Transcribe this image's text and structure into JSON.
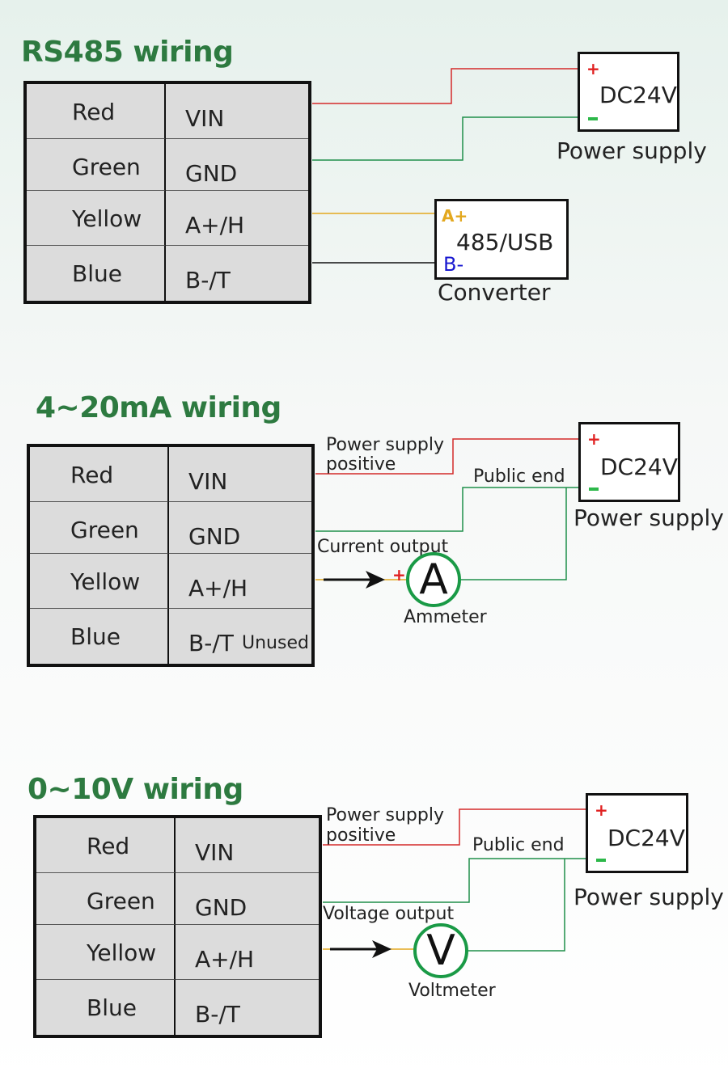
{
  "colors": {
    "title": "#2d7a40",
    "red_wire": "#d42a2a",
    "green_wire": "#1f8f4a",
    "yellow_wire": "#e3a81f",
    "black_wire": "#111111",
    "meter_ring": "#1a9a46"
  },
  "rows": {
    "colors": [
      "Red",
      "Green",
      "Yellow",
      "Blue"
    ],
    "pins": [
      "VIN",
      "GND",
      "A+/H",
      "B-/T"
    ]
  },
  "rs485": {
    "title": "RS485 wiring",
    "power": {
      "voltage": "DC24V",
      "label": "Power supply",
      "plus": "+"
    },
    "converter": {
      "text": "485/USB",
      "a_plus": "A+",
      "b_minus": "B-",
      "label": "Converter"
    }
  },
  "ma": {
    "title": "4~20mA wiring",
    "unused": "Unused",
    "power": {
      "voltage": "DC24V",
      "label": "Power supply",
      "plus": "+"
    },
    "supply_positive": [
      "Power supply",
      "positive"
    ],
    "public_end": "Public end",
    "output_label": "Current output",
    "meter_symbol": "A",
    "meter_label": "Ammeter",
    "meter_plus": "+"
  },
  "volt": {
    "title": "0~10V wiring",
    "power": {
      "voltage": "DC24V",
      "label": "Power supply",
      "plus": "+"
    },
    "supply_positive": [
      "Power supply",
      "positive"
    ],
    "public_end": "Public end",
    "output_label": "Voltage output",
    "meter_symbol": "V",
    "meter_label": "Voltmeter"
  }
}
